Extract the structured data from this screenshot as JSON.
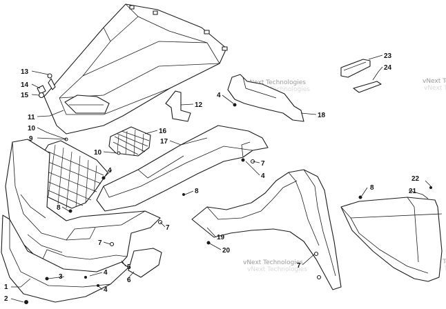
{
  "diagram": {
    "watermark_text": "vNext Technologies",
    "callouts": [
      {
        "id": "c1",
        "label": "1"
      },
      {
        "id": "c2",
        "label": "2"
      },
      {
        "id": "c3",
        "label": "3"
      },
      {
        "id": "c4a",
        "label": "4"
      },
      {
        "id": "c4b",
        "label": "4"
      },
      {
        "id": "c4c",
        "label": "4"
      },
      {
        "id": "c4d",
        "label": "4"
      },
      {
        "id": "c4e",
        "label": "4"
      },
      {
        "id": "c5",
        "label": "5"
      },
      {
        "id": "c6",
        "label": "6"
      },
      {
        "id": "c7a",
        "label": "7"
      },
      {
        "id": "c7b",
        "label": "7"
      },
      {
        "id": "c7c",
        "label": "7"
      },
      {
        "id": "c7d",
        "label": "7"
      },
      {
        "id": "c8a",
        "label": "8"
      },
      {
        "id": "c8b",
        "label": "8"
      },
      {
        "id": "c8c",
        "label": "8"
      },
      {
        "id": "c9",
        "label": "9"
      },
      {
        "id": "c10a",
        "label": "10"
      },
      {
        "id": "c10b",
        "label": "10"
      },
      {
        "id": "c11",
        "label": "11"
      },
      {
        "id": "c12",
        "label": "12"
      },
      {
        "id": "c13",
        "label": "13"
      },
      {
        "id": "c14",
        "label": "14"
      },
      {
        "id": "c15",
        "label": "15"
      },
      {
        "id": "c16",
        "label": "16"
      },
      {
        "id": "c17",
        "label": "17"
      },
      {
        "id": "c18",
        "label": "18"
      },
      {
        "id": "c19",
        "label": "19"
      },
      {
        "id": "c20",
        "label": "20"
      },
      {
        "id": "c21",
        "label": "21"
      },
      {
        "id": "c22",
        "label": "22"
      },
      {
        "id": "c23",
        "label": "23"
      },
      {
        "id": "c24",
        "label": "24"
      }
    ]
  }
}
